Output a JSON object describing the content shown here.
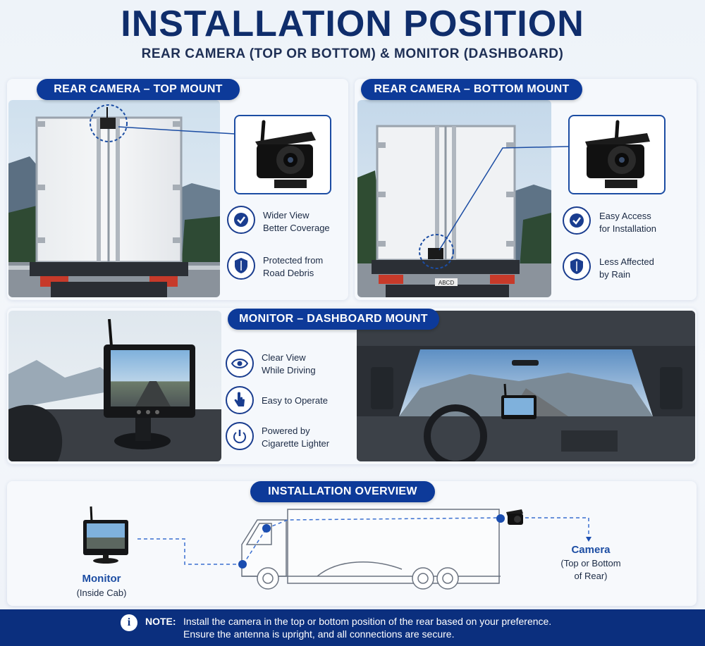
{
  "header": {
    "title": "INSTALLATION POSITION",
    "subtitle": "REAR CAMERA (TOP OR BOTTOM) & MONITOR (DASHBOARD)"
  },
  "top_mount": {
    "label": "REAR CAMERA – TOP MOUNT",
    "features": [
      {
        "icon": "checkmark-shield-icon",
        "line1": "Wider View",
        "line2": "Better Coverage"
      },
      {
        "icon": "shield-icon",
        "line1": "Protected from",
        "line2": "Road Debris"
      }
    ]
  },
  "bottom_mount": {
    "label": "REAR CAMERA – BOTTOM MOUNT",
    "features": [
      {
        "icon": "checkmark-shield-icon",
        "line1": "Easy Access",
        "line2": "for Installation"
      },
      {
        "icon": "shield-icon",
        "line1": "Less Affected",
        "line2": "by Rain"
      }
    ],
    "plate_text": "ABCD"
  },
  "monitor": {
    "label": "MONITOR – DASHBOARD MOUNT",
    "features": [
      {
        "icon": "eye-icon",
        "line1": "Clear View",
        "line2": "While Driving"
      },
      {
        "icon": "touch-hand-icon",
        "line1": "Easy to Operate",
        "line2": ""
      },
      {
        "icon": "power-plug-icon",
        "line1": "Powered by",
        "line2": "Cigarette Lighter"
      }
    ]
  },
  "overview": {
    "label": "INSTALLATION OVERVIEW",
    "monitor_label": "Monitor",
    "monitor_sub": "(Inside Cab)",
    "camera_label": "Camera",
    "camera_sub1": "(Top or Bottom",
    "camera_sub2": "of Rear)"
  },
  "note": {
    "heading": "NOTE:",
    "line1": "Install the camera in the top or bottom position of the rear based on your preference.",
    "line2": "Ensure the antenna is upright, and all connections are secure."
  },
  "colors": {
    "brand_blue": "#0d3a99",
    "dark_navy": "#0f2d6b",
    "note_bar": "#0b2f7e",
    "dashed_line": "#3a6fd0"
  }
}
